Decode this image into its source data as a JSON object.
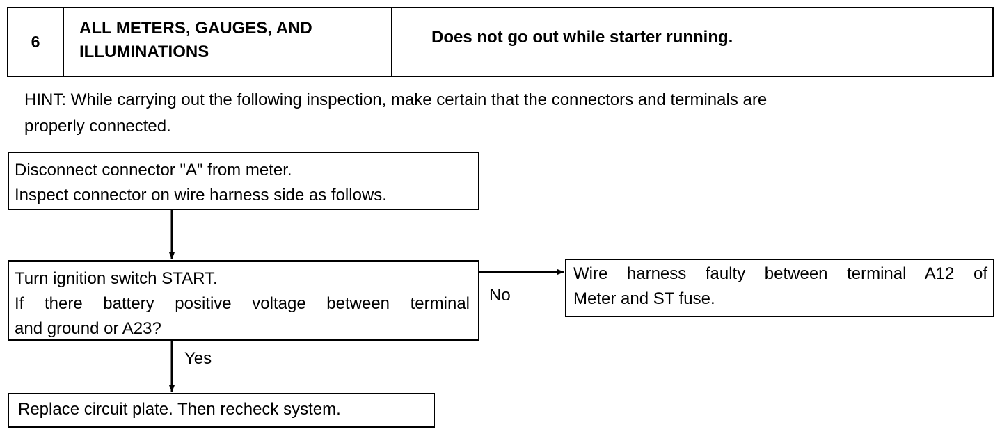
{
  "header": {
    "step_number": "6",
    "title_lines": [
      "ALL METERS, GAUGES, AND",
      "ILLUMINATIONS"
    ],
    "symptom": "Does not go out while starter running."
  },
  "hint": {
    "lines": [
      "HINT: While carrying out the following inspection, make certain that the connectors and terminals are",
      "properly connected."
    ]
  },
  "flowchart": {
    "step1": {
      "lines": [
        "Disconnect connector \"A\" from meter.",
        "Inspect connector on wire harness side as follows."
      ]
    },
    "step2": {
      "lines": [
        "Turn ignition switch START.",
        "If there battery positive voltage between terminal",
        "and ground or A23?"
      ]
    },
    "no_result": {
      "lines": [
        "Wire harness faulty between terminal A12 of",
        "Meter and ST fuse."
      ]
    },
    "yes_result": {
      "lines": [
        "Replace circuit plate. Then recheck system."
      ]
    },
    "labels": {
      "no": "No",
      "yes": "Yes"
    }
  }
}
